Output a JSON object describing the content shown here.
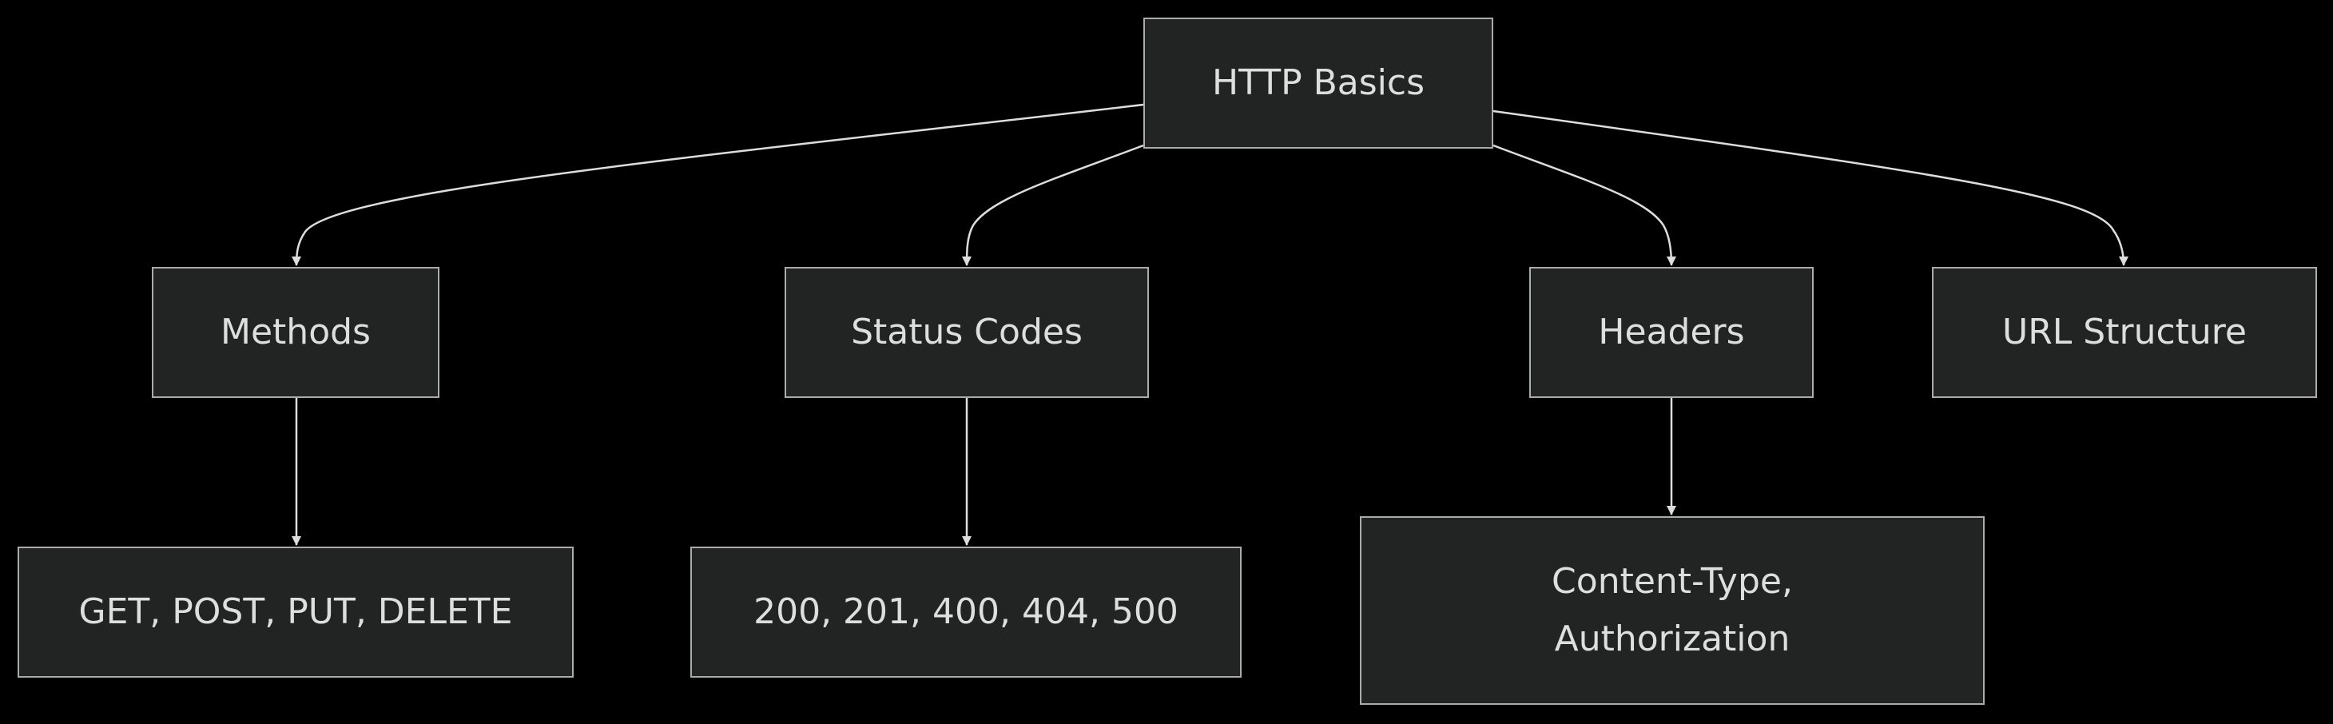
{
  "diagram": {
    "root": {
      "label": "HTTP Basics"
    },
    "children": [
      {
        "id": "methods",
        "label": "Methods",
        "detail": "GET, POST, PUT, DELETE"
      },
      {
        "id": "status",
        "label": "Status Codes",
        "detail": "200, 201, 400, 404, 500"
      },
      {
        "id": "headers",
        "label": "Headers",
        "detail_lines": [
          "Content-Type,",
          "Authorization"
        ]
      },
      {
        "id": "url",
        "label": "URL Structure"
      }
    ]
  },
  "colors": {
    "background": "#000000",
    "node_fill": "#222424",
    "node_border": "#a9acab",
    "text": "#dedede",
    "edge": "#dddddd"
  }
}
